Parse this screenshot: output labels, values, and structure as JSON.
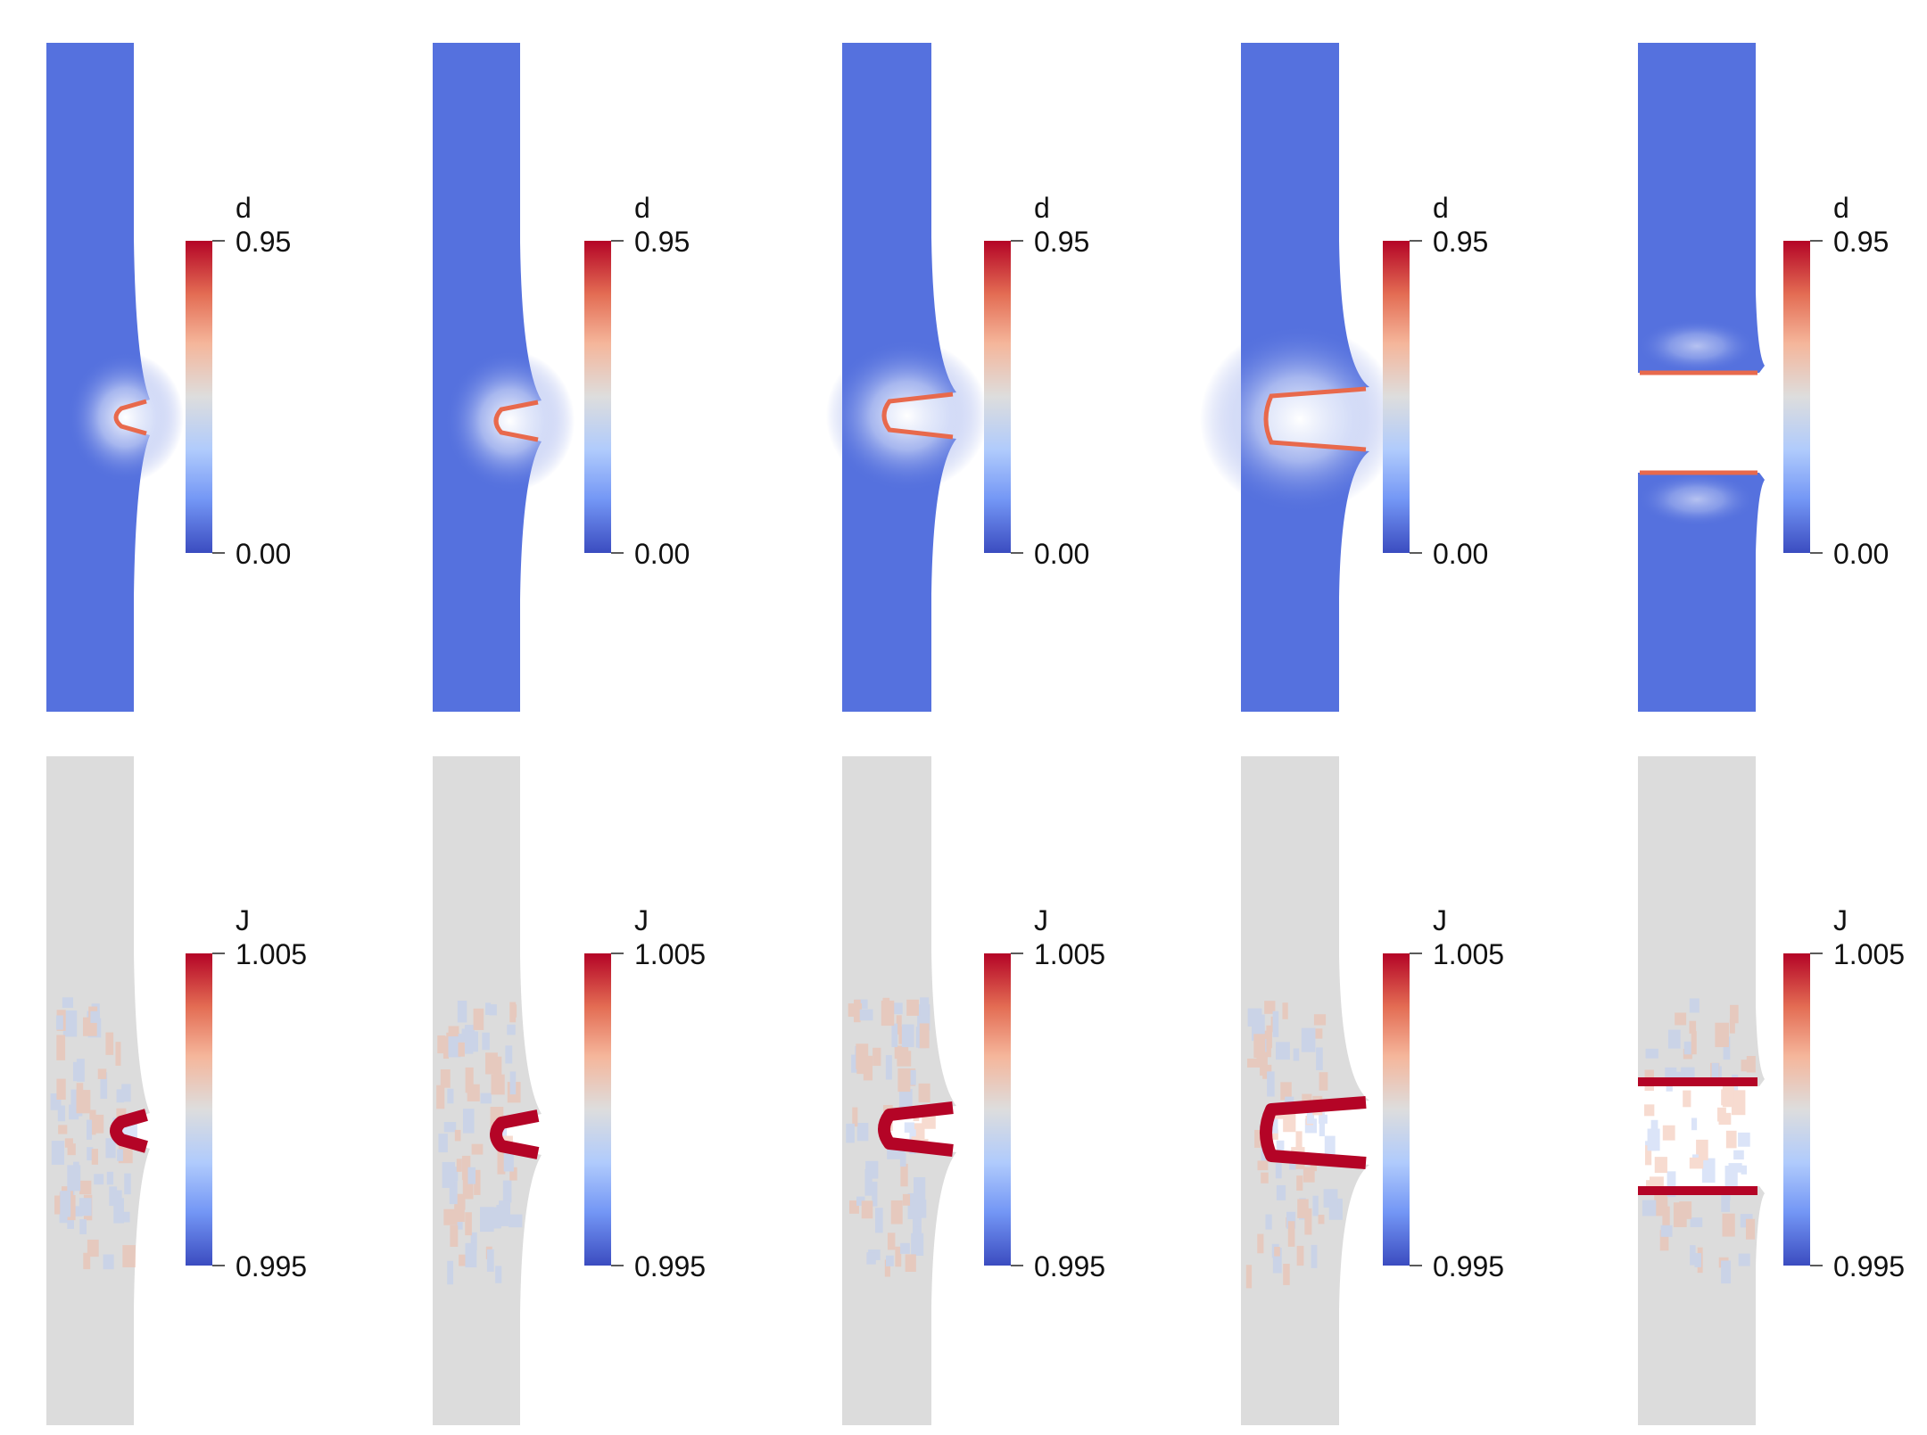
{
  "figure": {
    "rows": [
      {
        "field": "d",
        "colorbar": {
          "label": "d",
          "max_label": "0.95",
          "min_label": "0.00",
          "max": 0.95,
          "min": 0.0
        },
        "colors": {
          "background_field": "#5571de",
          "crack_edge": "#e8694c",
          "halo": "#ffffff"
        }
      },
      {
        "field": "J",
        "colorbar": {
          "label": "J",
          "max_label": "1.005",
          "min_label": "0.995",
          "max": 1.005,
          "min": 0.995
        },
        "colors": {
          "background_field": "#dcdcdc",
          "crack_fill": "#b40426",
          "noise_warm": "#f1b8a2",
          "noise_cool": "#b9cbf2"
        }
      }
    ],
    "panels": [
      {
        "stage": 1
      },
      {
        "stage": 2
      },
      {
        "stage": 3
      },
      {
        "stage": 4
      },
      {
        "stage": 5
      }
    ],
    "colormap": {
      "name": "coolwarm",
      "stops": [
        "#3b4cc0",
        "#7396f5",
        "#b0cbfc",
        "#dddddd",
        "#f5b69b",
        "#e36c53",
        "#b40426"
      ]
    }
  }
}
